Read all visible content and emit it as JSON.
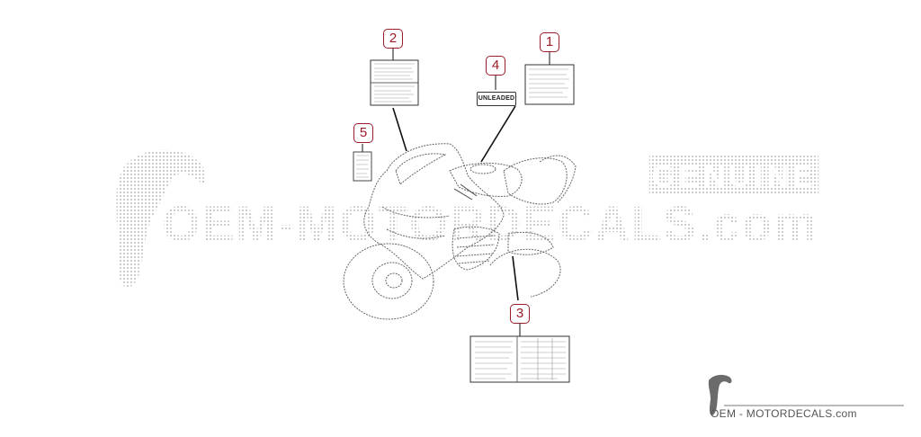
{
  "diagram": {
    "callouts": [
      "1",
      "2",
      "3",
      "4",
      "5"
    ],
    "unleaded_label": "UNLEADED",
    "watermark": {
      "main_text": "OEM-MOTORDECALS.com",
      "badge_text": "GENUINE"
    },
    "footer": {
      "logo_text": "OEM - MOTORDECALS.com"
    },
    "colors": {
      "callout": "#9b1c2a",
      "line_art": "#555555",
      "watermark": "#d0d0d0"
    }
  }
}
